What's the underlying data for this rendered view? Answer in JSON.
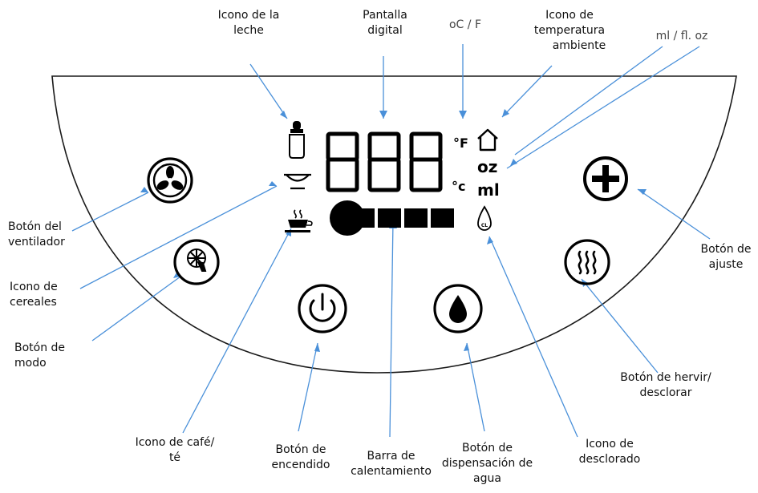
{
  "panel": {
    "unit_f": "°F",
    "unit_c": "°c",
    "unit_oz": "oz",
    "unit_ml": "ml",
    "descale_badge": "CL"
  },
  "labels": {
    "milk_icon": [
      "Icono de la",
      "leche"
    ],
    "digital_display": [
      "Pantalla",
      "digital"
    ],
    "temp_units": [
      "oC / F"
    ],
    "ambient_temp_icon": [
      "Icono de",
      "temperatura",
      "ambiente"
    ],
    "volume_units": [
      "ml / fl. oz"
    ],
    "fan_button": [
      "Botón del",
      "ventilador"
    ],
    "cereal_icon": [
      "Icono de",
      "cereales"
    ],
    "mode_button": [
      "Botón de",
      "modo"
    ],
    "coffee_icon": [
      "Icono de café/",
      "té"
    ],
    "power_button": [
      "Botón de",
      "encendido"
    ],
    "heating_bar": [
      "Barra de",
      "calentamiento"
    ],
    "dispense_button": [
      "Botón de",
      "dispensación de",
      "agua"
    ],
    "descale_icon": [
      "Icono de",
      "desclorado"
    ],
    "boil_button": [
      "Botón de hervir/",
      "desclorar"
    ],
    "adjust_button": [
      "Botón de",
      "ajuste"
    ]
  }
}
